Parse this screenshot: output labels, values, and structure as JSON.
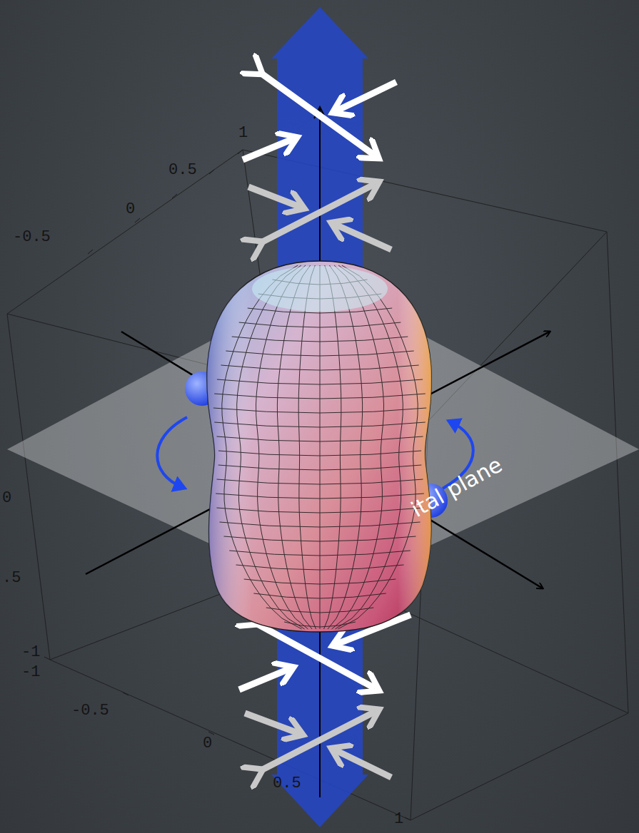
{
  "diagram": {
    "labels": [
      "1",
      "0.5",
      "0",
      "-0.5",
      "0",
      ".5",
      "-1",
      "-1",
      "-0.5",
      "0",
      "0.5",
      "1",
      "ital plane"
    ]
  }
}
